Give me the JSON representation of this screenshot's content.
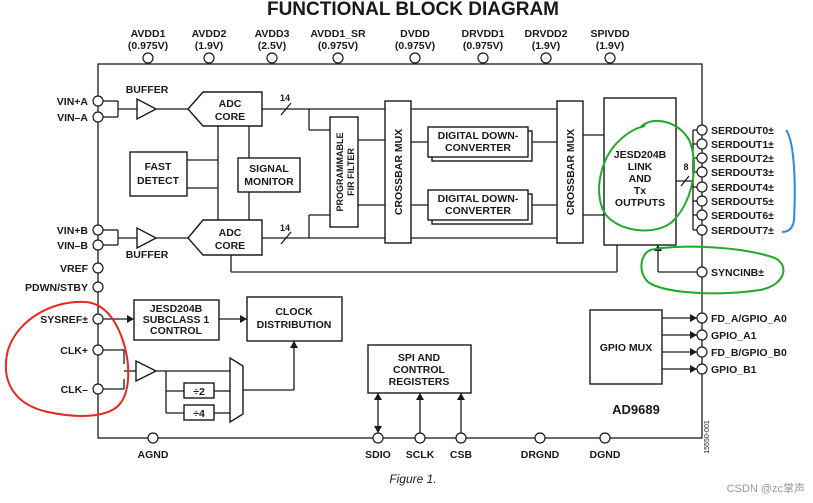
{
  "title": "FUNCTIONAL BLOCK DIAGRAM",
  "caption": "Figure 1.",
  "part_number": "AD9689",
  "doc_code": "15550-001",
  "watermark": "CSDN @zc掌声",
  "supply_pins": [
    {
      "name": "AVDD1",
      "voltage": "(0.975V)"
    },
    {
      "name": "AVDD2",
      "voltage": "(1.9V)"
    },
    {
      "name": "AVDD3",
      "voltage": "(2.5V)"
    },
    {
      "name": "AVDD1_SR",
      "voltage": "(0.975V)"
    },
    {
      "name": "DVDD",
      "voltage": "(0.975V)"
    },
    {
      "name": "DRVDD1",
      "voltage": "(0.975V)"
    },
    {
      "name": "DRVDD2",
      "voltage": "(1.9V)"
    },
    {
      "name": "SPIVDD",
      "voltage": "(1.9V)"
    }
  ],
  "left_pins": [
    "VIN+A",
    "VIN–A",
    "VIN+B",
    "VIN–B",
    "VREF",
    "PDWN/STBY",
    "SYSREF±",
    "CLK+",
    "CLK–"
  ],
  "right_pins": [
    "SERDOUT0±",
    "SERDOUT1±",
    "SERDOUT2±",
    "SERDOUT3±",
    "SERDOUT4±",
    "SERDOUT5±",
    "SERDOUT6±",
    "SERDOUT7±",
    "SYNCINB±",
    "FD_A/GPIO_A0",
    "GPIO_A1",
    "FD_B/GPIO_B0",
    "GPIO_B1"
  ],
  "bottom_pins": [
    "AGND",
    "SDIO",
    "SCLK",
    "CSB",
    "DRGND",
    "DGND"
  ],
  "blocks": {
    "buffer": "BUFFER",
    "adc_core": [
      "ADC",
      "CORE"
    ],
    "fast_detect": [
      "FAST",
      "DETECT"
    ],
    "signal_monitor": [
      "SIGNAL",
      "MONITOR"
    ],
    "fir_filter": [
      "PROGRAMMABLE",
      "FIR FILTER"
    ],
    "crossbar_mux": "CROSSBAR MUX",
    "ddc": [
      "DIGITAL DOWN-",
      "CONVERTER"
    ],
    "jesd_link": [
      "JESD204B",
      "LINK",
      "AND",
      "Tx",
      "OUTPUTS"
    ],
    "gpio_mux": "GPIO MUX",
    "jesd_subclass": [
      "JESD204B",
      "SUBCLASS 1",
      "CONTROL"
    ],
    "clock_dist": [
      "CLOCK",
      "DISTRIBUTION"
    ],
    "spi_regs": [
      "SPI AND",
      "CONTROL",
      "REGISTERS"
    ],
    "div2": "÷2",
    "div4": "÷4"
  },
  "bus_width": "14",
  "serdes_lanes": "8",
  "colors": {
    "red_markup": "#e8281e",
    "green_markup": "#22a82b",
    "blue_markup": "#2a8ae0"
  }
}
